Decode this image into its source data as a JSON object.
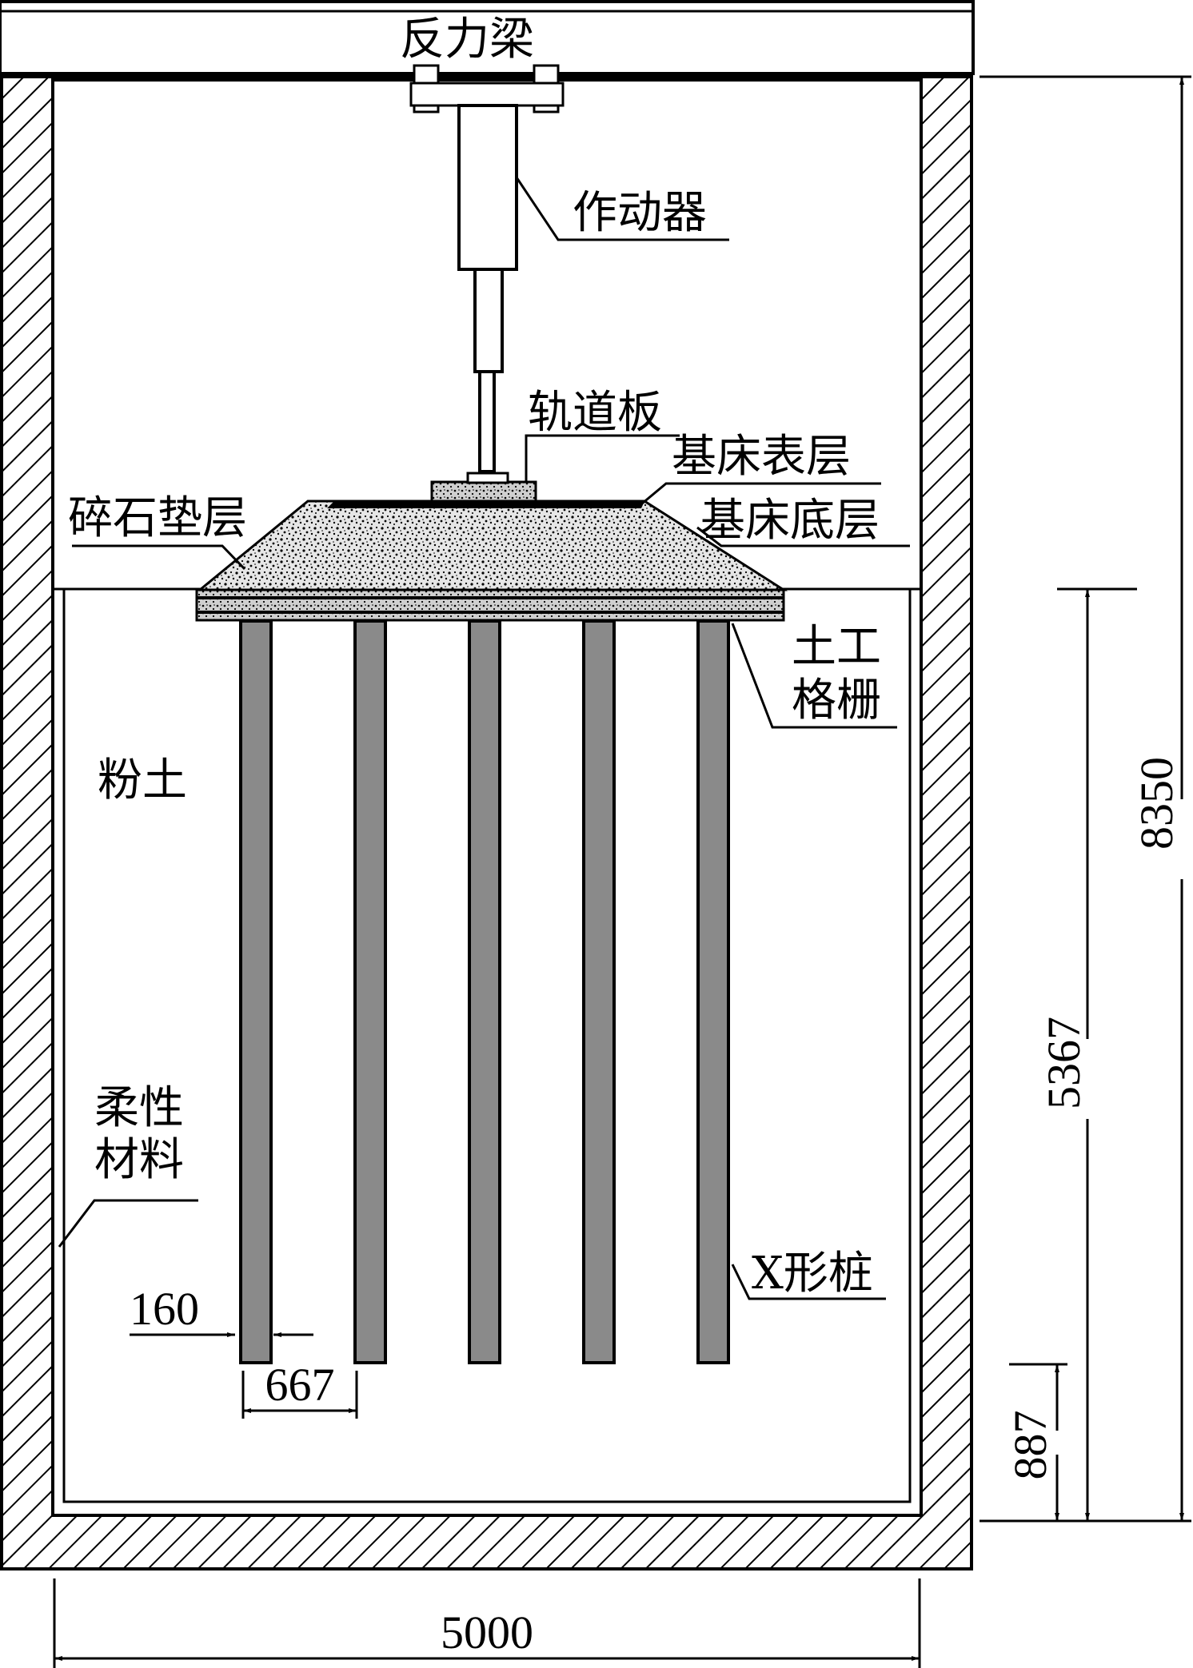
{
  "labels": {
    "reaction_beam": "反力梁",
    "actuator": "作动器",
    "track_slab": "轨道板",
    "subgrade_surface": "基床表层",
    "subgrade_bottom": "基床底层",
    "gravel_cushion": "碎石垫层",
    "geogrid_line1": "土工",
    "geogrid_line2": "格栅",
    "silt": "粉土",
    "flexible_line1": "柔性",
    "flexible_line2": "材料",
    "x_pile": "X形桩"
  },
  "dimensions": {
    "pile_width": "160",
    "pile_spacing": "667",
    "total_height": "8350",
    "soil_depth": "5367",
    "pile_tip_clearance": "887",
    "box_width": "5000"
  },
  "piles": {
    "count": 5
  },
  "colors": {
    "pile_fill": "#8a8a8a",
    "hatch": "#000000",
    "background": "#ffffff"
  }
}
